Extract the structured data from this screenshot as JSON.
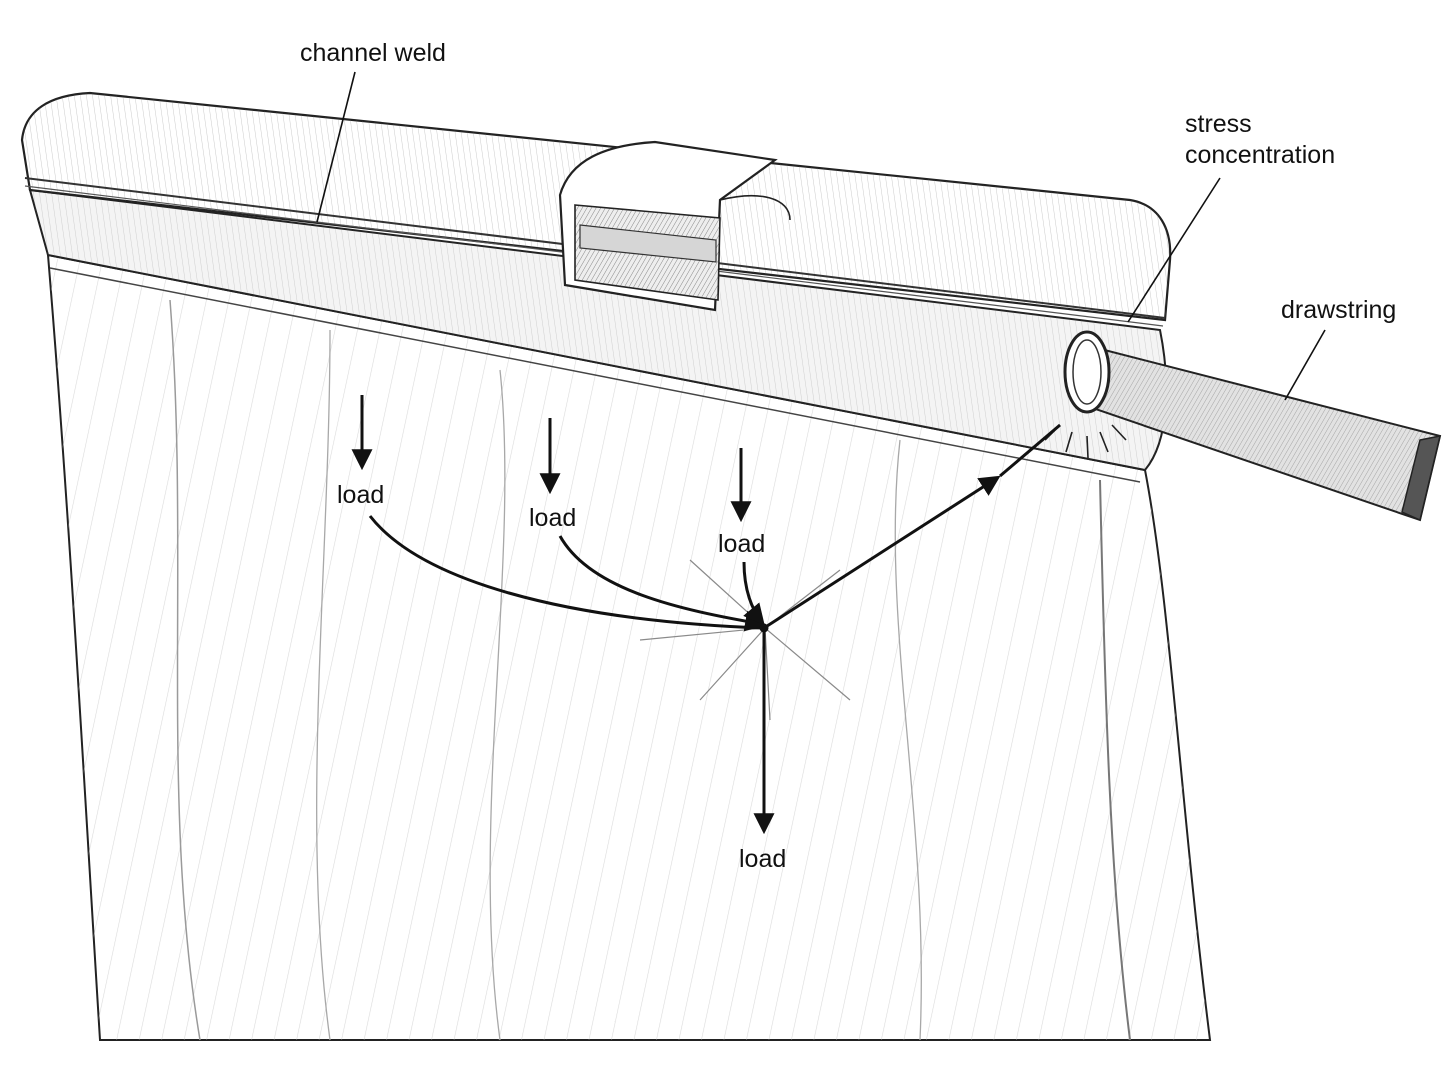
{
  "labels": {
    "channel_weld": "channel weld",
    "stress_line1": "stress",
    "stress_line2": "concentration",
    "drawstring": "drawstring",
    "load_1": "load",
    "load_2": "load",
    "load_3": "load",
    "load_bottom": "load"
  },
  "colors": {
    "ink": "#111111",
    "paper": "#ffffff",
    "shade": "#dcdcdc",
    "deep_shade": "#9a9a9a"
  }
}
